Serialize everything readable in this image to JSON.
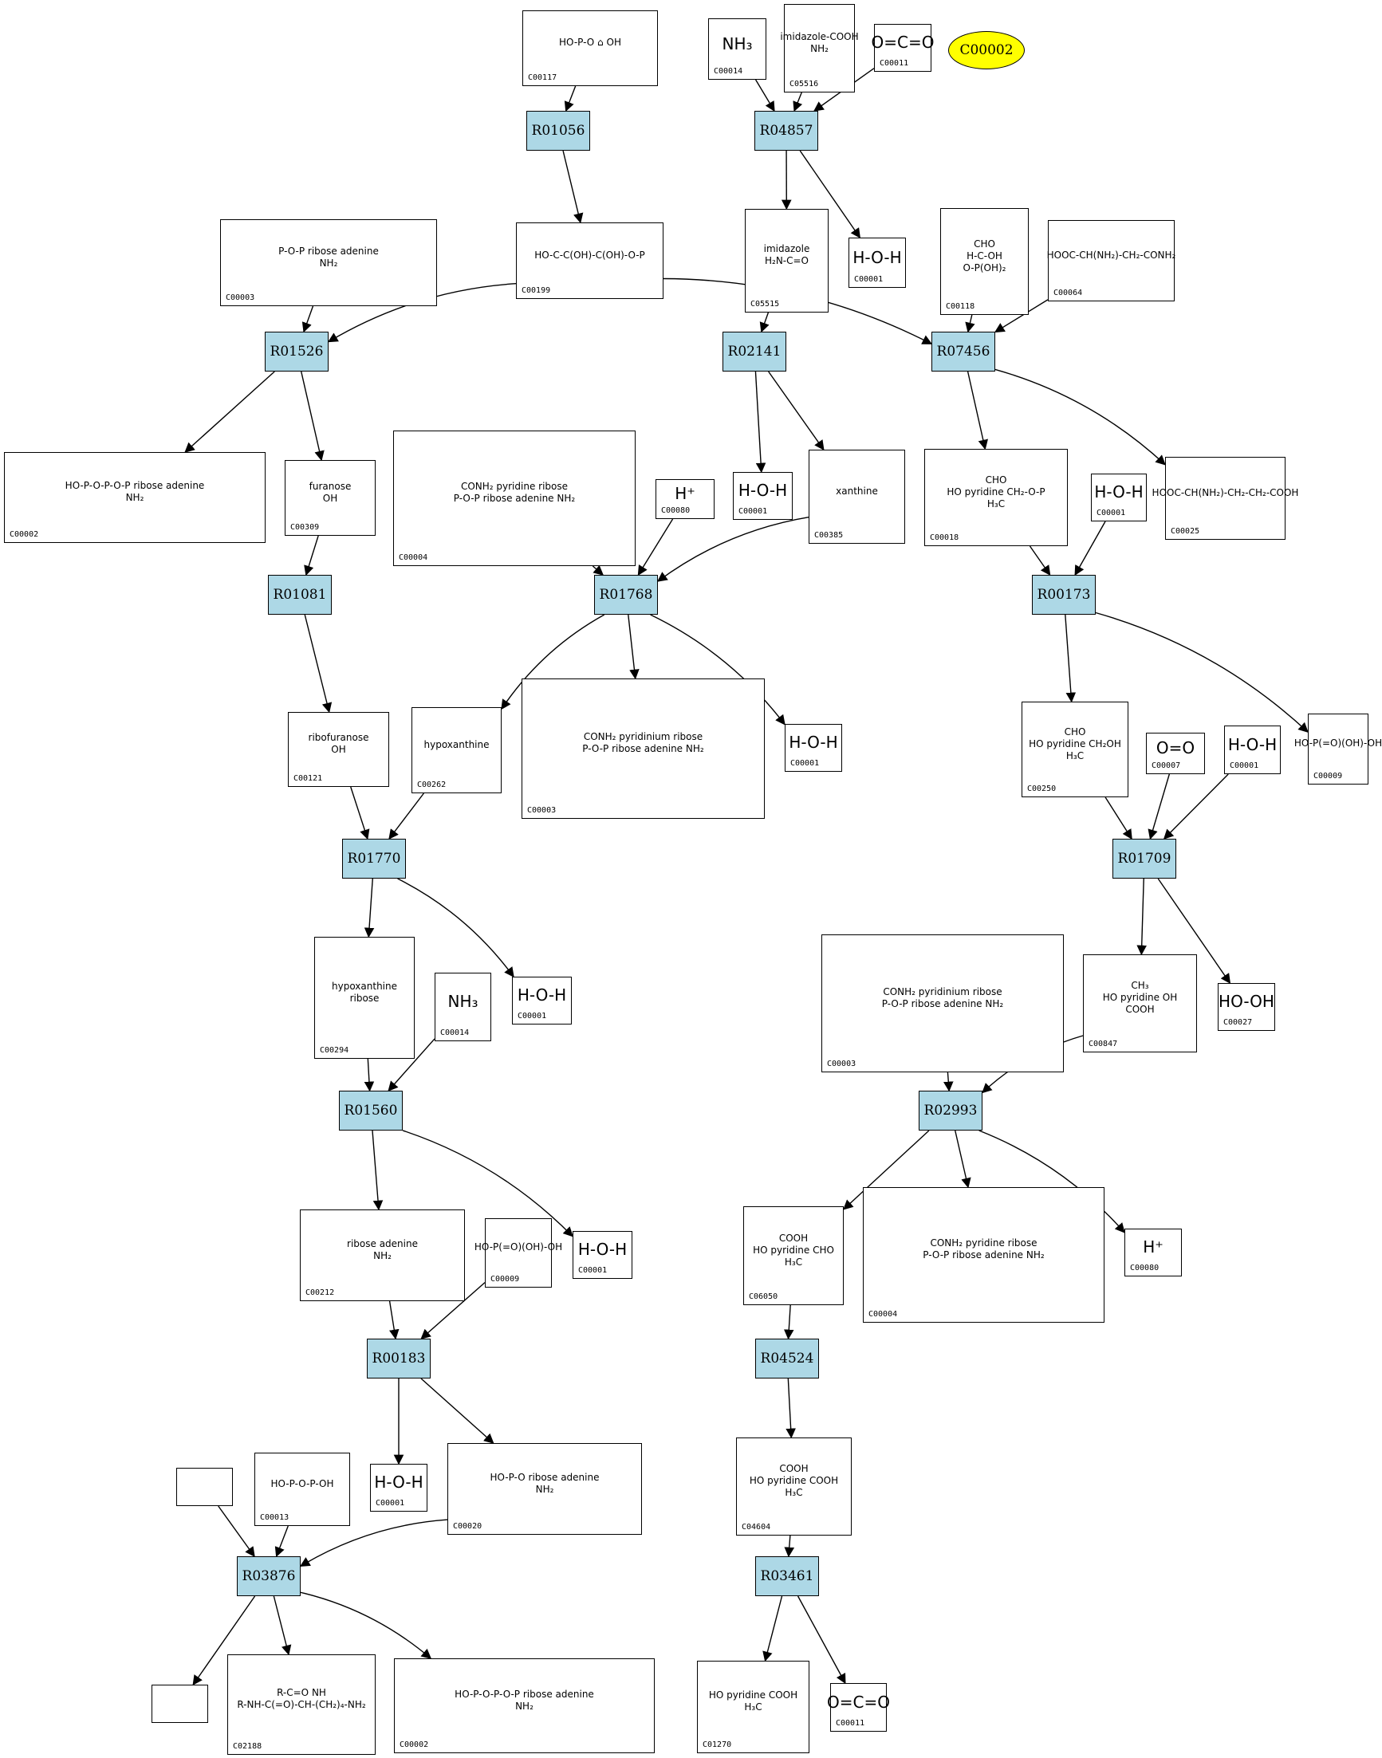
{
  "highlight": {
    "label": "C00002",
    "color": "#ffff00"
  },
  "reaction_color": "#add8e6",
  "reactions": [
    "R01056",
    "R04857",
    "R01526",
    "R02141",
    "R07456",
    "R01081",
    "R01768",
    "R00173",
    "R01770",
    "R01709",
    "R01560",
    "R02993",
    "R00183",
    "R04524",
    "R03876",
    "R03461"
  ],
  "compounds": [
    {
      "id": "C00117",
      "s": "HO-P-O ⌂ OH"
    },
    {
      "id": "C00014",
      "s": "NH₃"
    },
    {
      "id": "C05516",
      "s": "imidazole-COOH\nNH₂"
    },
    {
      "id": "C00011",
      "s": "O=C=O"
    },
    {
      "id": "C00003",
      "s": "P-O-P ribose adenine\nNH₂"
    },
    {
      "id": "C00199",
      "s": "HO-C-C(OH)-C(OH)-O-P"
    },
    {
      "id": "C05515",
      "s": "imidazole\nH₂N-C=O"
    },
    {
      "id": "C00001",
      "s": "H-O-H"
    },
    {
      "id": "C00118",
      "s": "CHO\nH-C-OH\nO-P(OH)₂"
    },
    {
      "id": "C00064",
      "s": "HOOC-CH(NH₂)-CH₂-CONH₂"
    },
    {
      "id": "C00002",
      "s": "HO-P-O-P-O-P ribose adenine\nNH₂"
    },
    {
      "id": "C00309",
      "s": "furanose\nOH"
    },
    {
      "id": "C00004",
      "s": "CONH₂ pyridine ribose\nP-O-P ribose adenine NH₂"
    },
    {
      "id": "C00080",
      "s": "H⁺"
    },
    {
      "id": "C00001",
      "s": "H-O-H"
    },
    {
      "id": "C00385",
      "s": "xanthine"
    },
    {
      "id": "C00018",
      "s": "CHO\nHO pyridine CH₂-O-P\nH₃C"
    },
    {
      "id": "C00001",
      "s": "H-O-H"
    },
    {
      "id": "C00025",
      "s": "HOOC-CH(NH₂)-CH₂-CH₂-COOH"
    },
    {
      "id": "C00121",
      "s": "ribofuranose\nOH"
    },
    {
      "id": "C00262",
      "s": "hypoxanthine"
    },
    {
      "id": "C00003",
      "s": "CONH₂ pyridinium ribose\nP-O-P ribose adenine NH₂"
    },
    {
      "id": "C00001",
      "s": "H-O-H"
    },
    {
      "id": "C00250",
      "s": "CHO\nHO pyridine CH₂OH\nH₃C"
    },
    {
      "id": "C00007",
      "s": "O=O"
    },
    {
      "id": "C00001",
      "s": "H-O-H"
    },
    {
      "id": "C00009",
      "s": "HO-P(=O)(OH)-OH"
    },
    {
      "id": "C00294",
      "s": "hypoxanthine\nribose"
    },
    {
      "id": "C00014",
      "s": "NH₃"
    },
    {
      "id": "C00001",
      "s": "H-O-H"
    },
    {
      "id": "C00003",
      "s": "CONH₂ pyridinium ribose\nP-O-P ribose adenine NH₂"
    },
    {
      "id": "C00847",
      "s": "CH₃\nHO pyridine OH\nCOOH"
    },
    {
      "id": "C00027",
      "s": "HO-OH"
    },
    {
      "id": "C00212",
      "s": "ribose adenine\nNH₂"
    },
    {
      "id": "C00009",
      "s": "HO-P(=O)(OH)-OH"
    },
    {
      "id": "C00001",
      "s": "H-O-H"
    },
    {
      "id": "C06050",
      "s": "COOH\nHO pyridine CHO\nH₃C"
    },
    {
      "id": "C00004",
      "s": "CONH₂ pyridine ribose\nP-O-P ribose adenine NH₂"
    },
    {
      "id": "C00080",
      "s": "H⁺"
    },
    {
      "id": "C00013",
      "s": "HO-P-O-P-OH"
    },
    {
      "id": "C00001",
      "s": "H-O-H"
    },
    {
      "id": "C00020",
      "s": "HO-P-O ribose adenine\nNH₂"
    },
    {
      "id": "C04604",
      "s": "COOH\nHO pyridine COOH\nH₃C"
    },
    {
      "id": "C02188",
      "s": "R-C=O NH\nR-NH-C(=O)-CH-(CH₂)₄-NH₂"
    },
    {
      "id": "C00002",
      "s": "HO-P-O-P-O-P ribose adenine\nNH₂"
    },
    {
      "id": "C01270",
      "s": "HO pyridine COOH\nH₃C"
    },
    {
      "id": "C00011",
      "s": "O=C=O"
    }
  ],
  "blank_nodes": [
    "",
    ""
  ]
}
